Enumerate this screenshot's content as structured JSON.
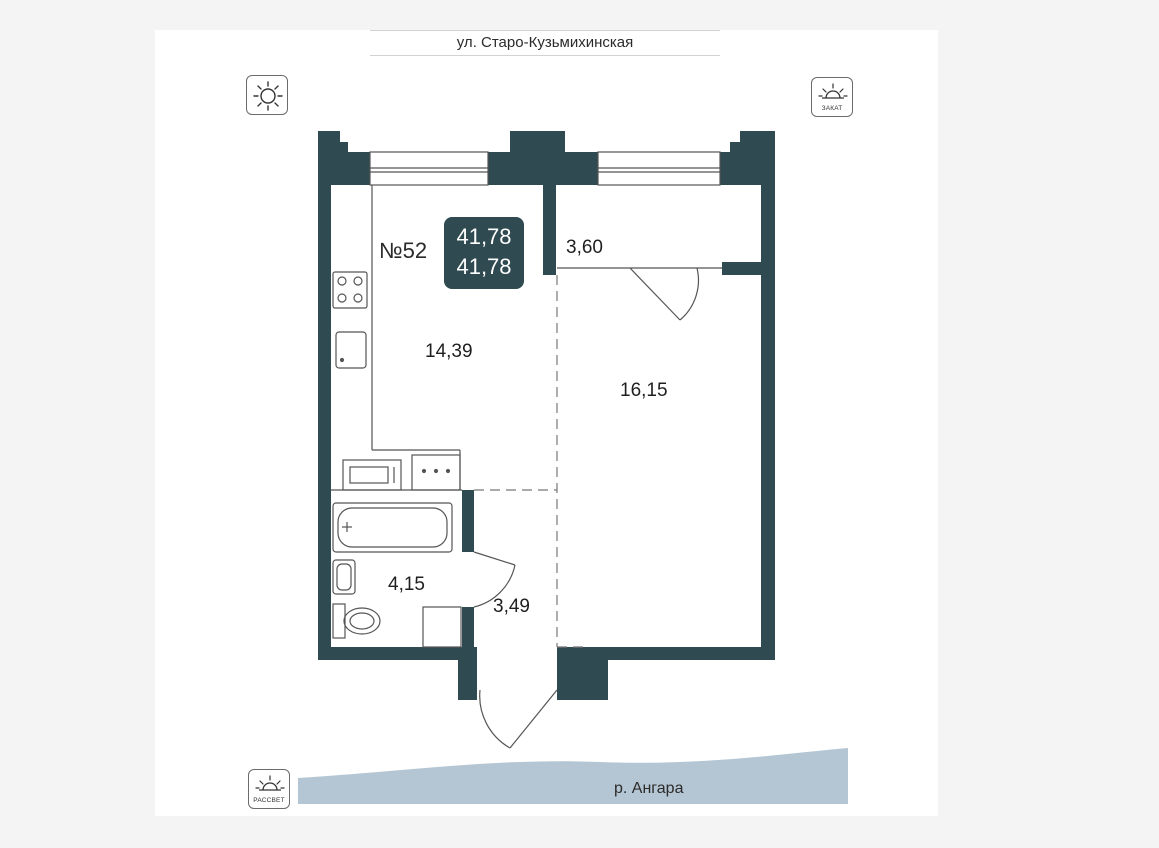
{
  "street": "ул. Старо-Кузьмихинская",
  "apartment": {
    "number": "№52",
    "total_area": "41,78",
    "living_area": "41,78"
  },
  "rooms": [
    {
      "id": "kitchen",
      "area": "14,39"
    },
    {
      "id": "balcony",
      "area": "3,60"
    },
    {
      "id": "bedroom",
      "area": "16,15"
    },
    {
      "id": "bathroom",
      "area": "4,15"
    },
    {
      "id": "hallway",
      "area": "3,49"
    }
  ],
  "compass": {
    "sun_icon": "sun-icon",
    "sunset_label": "ЗАКАТ",
    "sunrise_label": "РАССВЕТ"
  },
  "river": "р. Ангара",
  "colors": {
    "wall": "#2f4a51",
    "badge": "#2f4a51",
    "river": "#b4c6d3",
    "fixture_stroke": "#555555"
  }
}
